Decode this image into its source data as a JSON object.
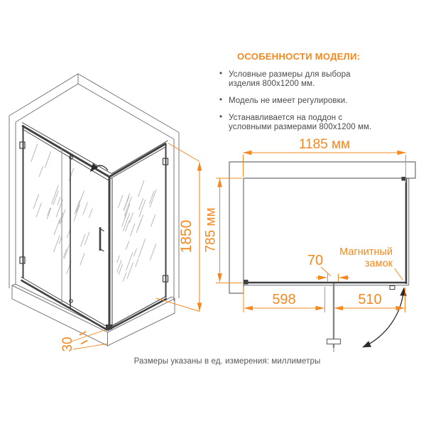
{
  "features": {
    "title": "ОСОБЕННОСТИ МОДЕЛИ:",
    "items": [
      "Условные размеры для выбора изделия 800x1200 мм.",
      "Модель не имеет регулировки.",
      "Устанавливается на поддон с условными размерами 800x1200 мм."
    ]
  },
  "iso_view": {
    "height_label": "1850",
    "base_label": "30"
  },
  "plan_view": {
    "width_label": "1185 мм",
    "depth_label": "785 мм",
    "fixed_panel_label": "598",
    "door_label": "510",
    "profile_label": "70",
    "lock_label_line1": "Магнитный",
    "lock_label_line2": "замок"
  },
  "footnote": {
    "text": "Размеры указаны в ед. измерения: миллиметры"
  },
  "colors": {
    "accent": "#F5881F",
    "frame": "#3F4042",
    "wall": "#77787B",
    "hatch": "#B7B9BC",
    "text": "#4A4A4C"
  }
}
